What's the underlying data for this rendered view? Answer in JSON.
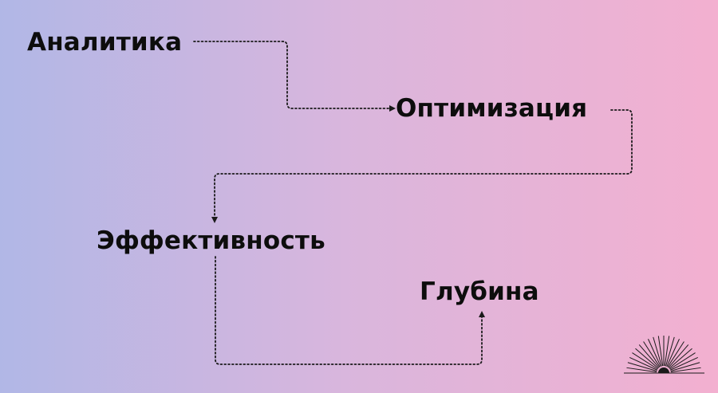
{
  "diagram": {
    "nodes": [
      {
        "id": "n1",
        "label": "Аналитика"
      },
      {
        "id": "n2",
        "label": "Оптимизация"
      },
      {
        "id": "n3",
        "label": "Эффективность"
      },
      {
        "id": "n4",
        "label": "Глубина"
      }
    ],
    "edges": [
      {
        "from": "n1",
        "to": "n2"
      },
      {
        "from": "n2",
        "to": "n3"
      },
      {
        "from": "n3",
        "to": "n4"
      }
    ]
  },
  "colors": {
    "gradient_start": "#b1b7e6",
    "gradient_mid": "#d9b6dd",
    "gradient_end": "#f3b0d0",
    "ink": "#0d0d0d"
  },
  "icons": {
    "corner_logo": "sunburst-icon"
  }
}
